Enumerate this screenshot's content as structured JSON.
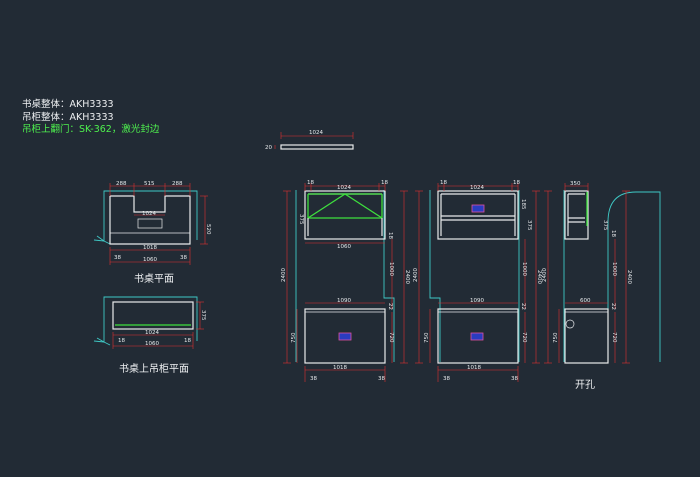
{
  "notes": {
    "desk_whole": "书桌整体：AKH3333",
    "cabinet_whole": "吊柜整体：AKH3333",
    "cabinet_door": "吊柜上翻门：SK-362，激光封边"
  },
  "labels": {
    "desk_plan": "书桌平面",
    "cabinet_plan": "书桌上吊柜平面",
    "hole": "开孔"
  },
  "dims": {
    "top_piece_w": "1024",
    "top_piece_h": "20",
    "dp_top_left": "288",
    "dp_top_mid": "515",
    "dp_top_right": "288",
    "dp_right_h": "520",
    "dp_inner": "1024",
    "dp_1018": "1018",
    "dp_1060": "1060",
    "dp_left_38": "38",
    "dp_right_38": "38",
    "cp_right_h": "375",
    "cp_1024": "1024",
    "cp_1060": "1060",
    "cp_left_18": "18",
    "cp_right_18": "18",
    "e1_top_18a": "18",
    "e1_top_1024": "1024",
    "e1_top_18b": "18",
    "e1_1060": "1060",
    "e1_1090": "1090",
    "e1_1018": "1018",
    "e1_bot_38a": "38",
    "e1_bot_38b": "38",
    "e1_left_2400": "2400",
    "e1_left_750": "750",
    "e1_right_2400": "2400",
    "e1_right_1000": "1000",
    "e1_right_720": "720",
    "e1_right_18": "18",
    "e1_right_22": "22",
    "e1_right_375": "375",
    "e2_top_18a": "18",
    "e2_top_1024": "1024",
    "e2_top_18b": "18",
    "e2_1090": "1090",
    "e2_1018": "1018",
    "e2_bot_38a": "38",
    "e2_bot_38b": "38",
    "e2_left_2400": "2400",
    "e2_left_750": "750",
    "e2_right_2400": "2400",
    "e2_right_1000": "1000",
    "e2_right_720": "720",
    "e2_right_185": "185",
    "e2_right_22": "22",
    "e2_right_375": "375",
    "s_top_350": "350",
    "s_600": "600",
    "s_left_2400": "2400",
    "s_left_750": "750",
    "s_right_2400": "2400",
    "s_right_1000": "1000",
    "s_right_720": "720",
    "s_right_375": "375",
    "s_right_18": "18",
    "s_right_22": "22"
  },
  "colors": {
    "background": "#222b35",
    "outline": "#e8eaec",
    "wall": "#3fc9c6",
    "dimension": "#e03030",
    "dimension_text": "#e8eaec",
    "door": "#3ee03e",
    "label_blue": "#2a3cc0",
    "label_pink": "#e050a0"
  }
}
